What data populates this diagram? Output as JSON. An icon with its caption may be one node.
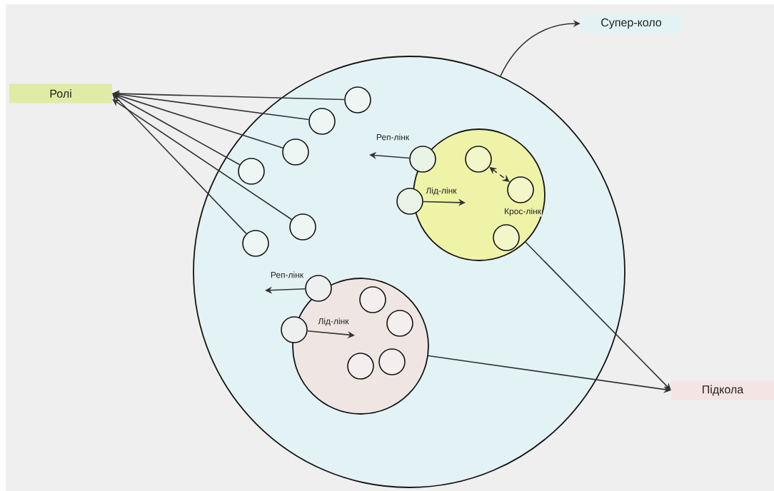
{
  "diagram": {
    "nodes": [
      {
        "text": [
          "Ролі"
        ]
      },
      {
        "text": [
          "Супер-коло"
        ]
      },
      {
        "text": [
          "Підкола"
        ]
      },
      {
        "text": [],
        "shape": "circle"
      },
      {
        "text": [],
        "shape": "circle",
        "in": 3
      },
      {
        "text": [],
        "shape": "circle",
        "in": 3
      },
      {
        "text": [],
        "shape": "circle",
        "in": 3
      },
      {
        "text": [],
        "shape": "circle",
        "in": 3
      },
      {
        "text": [],
        "shape": "circle",
        "in": 3
      },
      {
        "text": [],
        "shape": "circle",
        "in": 3
      },
      {
        "text": [],
        "shape": "circle",
        "in": 3
      },
      {
        "text": [],
        "shape": "circle",
        "in": 3
      },
      {
        "text": [],
        "shape": "circle",
        "in": 3
      },
      {
        "text": [],
        "shape": "circle",
        "in": 10
      },
      {
        "text": [],
        "shape": "circle",
        "in": 10
      },
      {
        "text": [],
        "shape": "circle",
        "in": 10
      },
      {
        "text": [],
        "shape": "circle",
        "in": 3
      },
      {
        "text": [],
        "shape": "circle",
        "in": 3
      },
      {
        "text": [],
        "shape": "circle",
        "in": 3
      },
      {
        "text": [],
        "shape": "circle",
        "in": 16
      },
      {
        "text": [],
        "shape": "circle",
        "in": 16
      },
      {
        "text": [],
        "shape": "circle",
        "in": 16
      },
      {
        "text": [],
        "shape": "circle",
        "in": 16
      }
    ],
    "edges": [
      {
        "from": 4,
        "to": 0,
        "arrow": "to"
      },
      {
        "from": 5,
        "to": 0,
        "arrow": "to"
      },
      {
        "from": 6,
        "to": 0,
        "arrow": "to"
      },
      {
        "from": 7,
        "to": 0,
        "arrow": "to"
      },
      {
        "from": 8,
        "to": 0,
        "arrow": "to"
      },
      {
        "from": 9,
        "to": 0,
        "arrow": "to"
      },
      {
        "from": 3,
        "to": 1,
        "arrow": "to"
      },
      {
        "from": 10,
        "to": 2,
        "arrow": "to"
      },
      {
        "from": 16,
        "to": 2,
        "arrow": "to"
      },
      {
        "from": 11,
        "to": null,
        "arrow": "to",
        "label": "Реп-лінк"
      },
      {
        "from": 12,
        "to": null,
        "arrow": "to",
        "label": "Лід-лінк"
      },
      {
        "from": 13,
        "to": 14,
        "arrow": "both",
        "style": "dashed",
        "label": "Крос-лінк"
      },
      {
        "from": 17,
        "to": null,
        "arrow": "to",
        "label": "Реп-лінк"
      },
      {
        "from": 18,
        "to": null,
        "arrow": "to",
        "label": "Лід-лінк"
      }
    ]
  }
}
